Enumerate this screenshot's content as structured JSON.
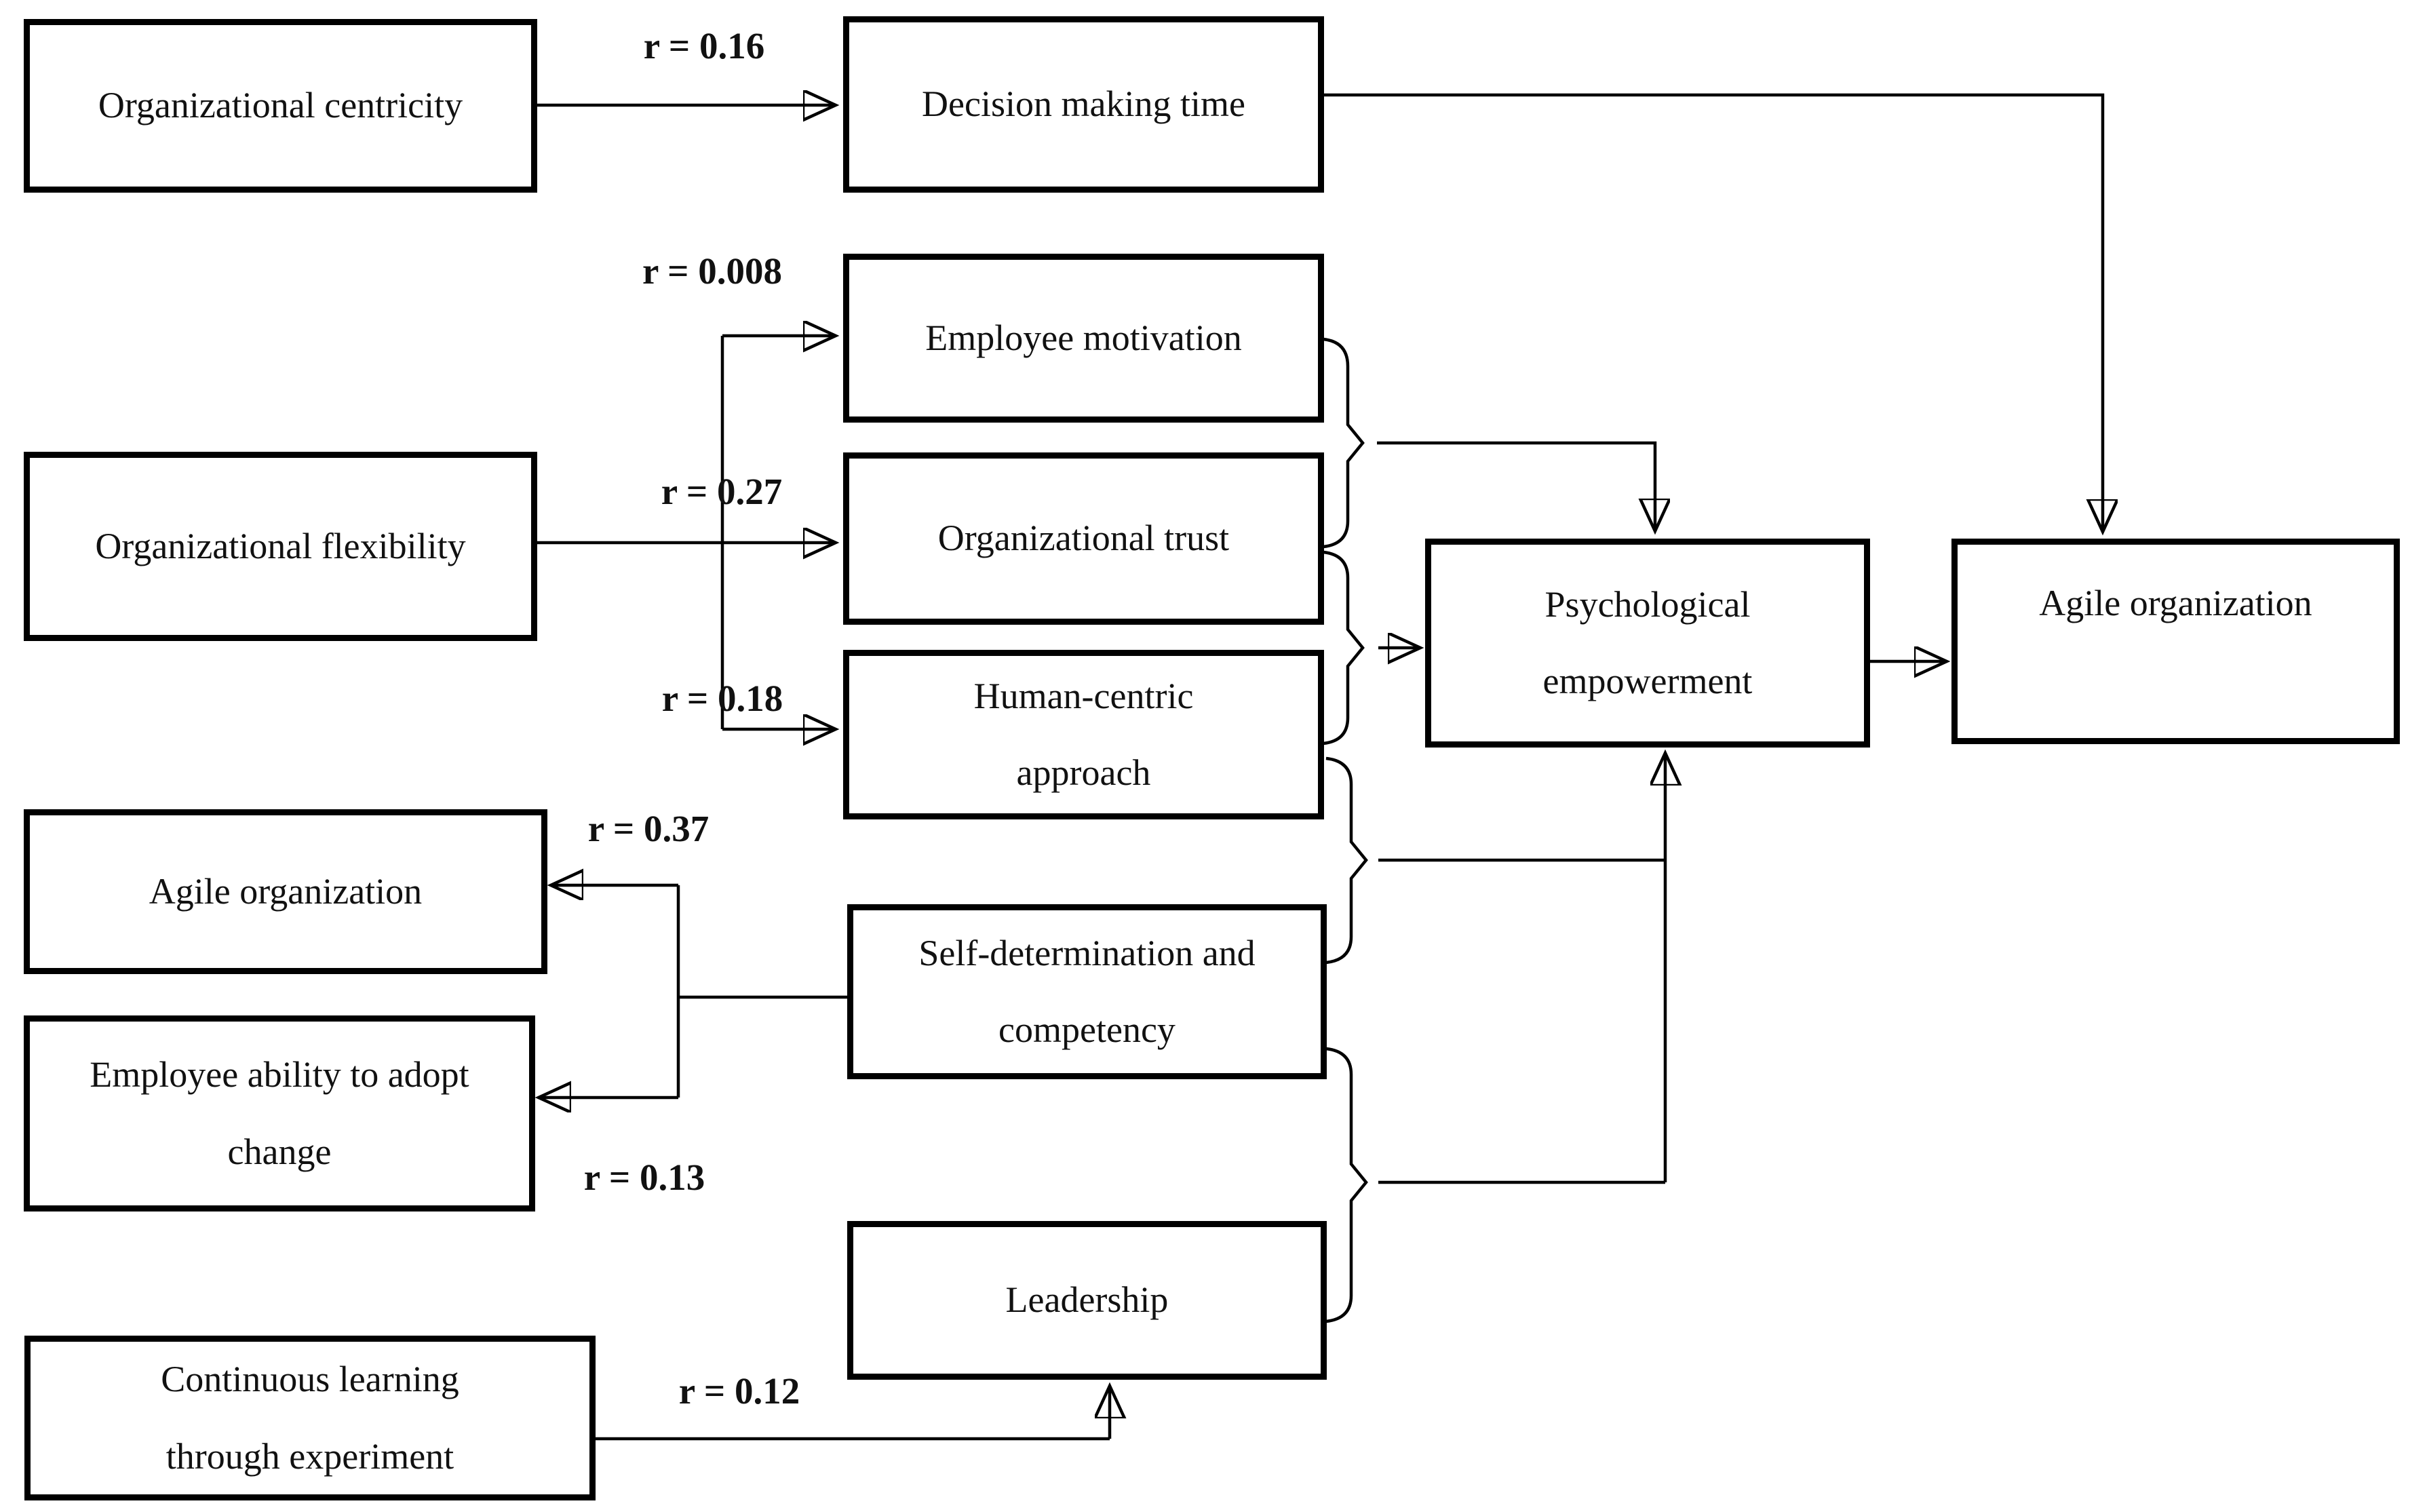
{
  "diagram": {
    "background_color": "#ffffff",
    "line_color": "#000000",
    "boxes": [
      {
        "id": "organizational-centricity",
        "label": "Organizational centricity"
      },
      {
        "id": "decision-making-time",
        "label": "Decision making time"
      },
      {
        "id": "employee-motivation",
        "label": "Employee motivation"
      },
      {
        "id": "organizational-flexibility",
        "label": "Organizational flexibility"
      },
      {
        "id": "organizational-trust",
        "label": "Organizational trust"
      },
      {
        "id": "human-centric-approach",
        "label": "Human-centric\napproach"
      },
      {
        "id": "agile-organization-left",
        "label": "Agile organization"
      },
      {
        "id": "self-determination-competency",
        "label": "Self-determination and\ncompetency"
      },
      {
        "id": "employee-ability-adopt-change",
        "label": "Employee ability to adopt\nchange"
      },
      {
        "id": "leadership",
        "label": "Leadership"
      },
      {
        "id": "continuous-learning-experiment",
        "label": "Continuous learning\nthrough experiment"
      },
      {
        "id": "psychological-empowerment",
        "label": "Psychological\nempowerment"
      },
      {
        "id": "agile-organization-right",
        "label": "Agile organization"
      }
    ],
    "correlation_labels": [
      {
        "id": "r-016",
        "text": "r = 0.16"
      },
      {
        "id": "r-0008",
        "text": "r = 0.008"
      },
      {
        "id": "r-027",
        "text": "r = 0.27"
      },
      {
        "id": "r-018",
        "text": "r = 0.18"
      },
      {
        "id": "r-037",
        "text": "r = 0.37"
      },
      {
        "id": "r-013",
        "text": "r = 0.13"
      },
      {
        "id": "r-012",
        "text": "r = 0.12"
      }
    ],
    "edges": [
      {
        "from": "Organizational centricity",
        "to": "Decision making time",
        "label": "r = 0.16"
      },
      {
        "from": "Decision making time",
        "to": "Agile organization (right)",
        "label": ""
      },
      {
        "from": "Organizational flexibility",
        "to": "Employee motivation",
        "label": "r = 0.008"
      },
      {
        "from": "Organizational flexibility",
        "to": "Organizational trust",
        "label": "r = 0.27"
      },
      {
        "from": "Organizational flexibility",
        "to": "Human-centric approach",
        "label": "r = 0.18"
      },
      {
        "from": "Employee motivation + Organizational trust",
        "to": "Psychological empowerment",
        "label": ""
      },
      {
        "from": "Organizational trust + Human-centric approach",
        "to": "Psychological empowerment",
        "label": ""
      },
      {
        "from": "Human-centric approach + Self-determination and competency",
        "to": "Psychological empowerment",
        "label": ""
      },
      {
        "from": "Self-determination and competency + Leadership",
        "to": "Psychological empowerment",
        "label": ""
      },
      {
        "from": "Self-determination and competency",
        "to": "Agile organization (left)",
        "label": "r = 0.37"
      },
      {
        "from": "Self-determination and competency",
        "to": "Employee ability to adopt change",
        "label": "r = 0.13"
      },
      {
        "from": "Continuous learning through experiment",
        "to": "Leadership",
        "label": "r = 0.12"
      },
      {
        "from": "Psychological empowerment",
        "to": "Agile organization (right)",
        "label": ""
      }
    ]
  }
}
